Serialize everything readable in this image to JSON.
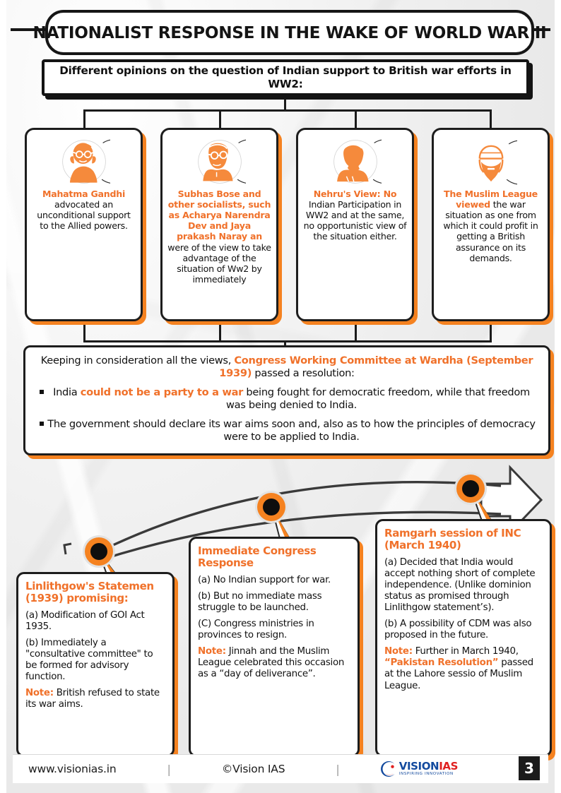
{
  "header": {
    "title": "NATIONALIST RESPONSE IN THE WAKE OF WORLD WAR II",
    "subtitle": "Different opinions on the question of Indian support to British war efforts in WW2:"
  },
  "colors": {
    "accent_orange": "#f0712a",
    "shadow_orange": "#f58220",
    "ink": "#141414",
    "logo_blue": "#134a9e",
    "logo_red": "#e02020"
  },
  "opinions": [
    {
      "icon": "gandhi-portrait-icon",
      "heading": "Mahatma Gandhi",
      "body": "advocated an unconditional support to the Allied powers."
    },
    {
      "icon": "subhas-bose-portrait-icon",
      "heading": "Subhas Bose and other socialists, such as Acharya Narendra Dev and Jaya prakash Naray an",
      "body": "were of the view to take advantage of the situation of Ww2 by immediately"
    },
    {
      "icon": "nehru-portrait-icon",
      "heading": "Nehru's View: No",
      "body": "Indian Participation in WW2 and at the same, no opportunistic view of the situation either."
    },
    {
      "icon": "muslim-league-portrait-icon",
      "heading": "The Muslim League viewed",
      "body": "the war situation as one from which it could profit in getting a British assurance on its demands."
    }
  ],
  "wardha": {
    "lead_pre": "Keeping in consideration all the views, ",
    "lead_highlight": "Congress Working Committee at Wardha (September 1939)",
    "lead_post": " passed a resolution:",
    "bullets": [
      {
        "pre": "India ",
        "highlight": "could not be a party to a war",
        "post": " being fought for democratic freedom, while that freedom was being denied to India."
      },
      {
        "pre": "The government should declare its war aims soon and, also as to how the principles of democracy were to be applied to India.",
        "highlight": "",
        "post": ""
      }
    ]
  },
  "timeline": {
    "nodes": [
      "node-1939-linlithgow",
      "node-congress-response",
      "node-ramgarh-1940"
    ],
    "arrow": "right-arrow-outline-icon"
  },
  "events": [
    {
      "title": "Linlithgow's Statemen (1939) promising:",
      "paras": [
        {
          "text": "(a) Modification of GOI Act 1935."
        },
        {
          "text": "(b) Immediately a \"consultative committee\" to be formed for advisory function."
        },
        {
          "note": "Note:",
          "text": " British refused to state its war aims."
        }
      ]
    },
    {
      "title": "Immediate Congress Response",
      "paras": [
        {
          "text": "(a) No Indian support for war."
        },
        {
          "text": "(b) But no immediate mass struggle to be launched."
        },
        {
          "text": "(C) Congress ministries in provinces to resign."
        },
        {
          "note": "Note:",
          "text": " Jinnah and the Muslim League celebrated this occasion as a “day of deliverance”."
        }
      ]
    },
    {
      "title": "Ramgarh session of INC (March 1940)",
      "paras": [
        {
          "text": "(a) Decided that  India would accept nothing short of complete independence. (Unlike dominion status as promised through Linlithgow statement’s)."
        },
        {
          "text": "(b) A possibility of CDM was also proposed in the future."
        },
        {
          "note": "Note:",
          "text": " Further in March 1940, ",
          "quote": "“Pakistan Resolution”",
          "tail": " passed at the Lahore sessio of Muslim League."
        }
      ]
    }
  ],
  "footer": {
    "url": "www.visionias.in",
    "separator": "|",
    "copyright": "©Vision IAS",
    "logo_vision": "VISION",
    "logo_ias": "IAS",
    "logo_tagline": "INSPIRING  INNOVATION",
    "page_number": "3"
  }
}
